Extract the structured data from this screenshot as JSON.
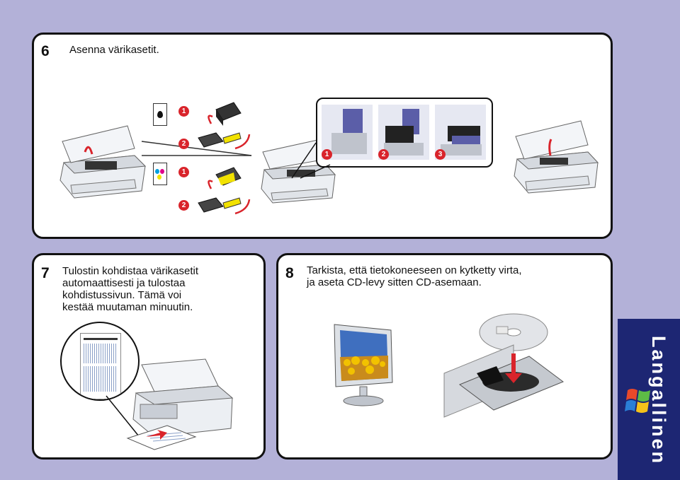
{
  "step6": {
    "number": "6",
    "text": "Asenna värikasetit.",
    "badges": {
      "black_1": "1",
      "black_2": "2",
      "color_1": "1",
      "color_2": "2",
      "callout_1": "1",
      "callout_2": "2",
      "callout_3": "3"
    }
  },
  "step7": {
    "number": "7",
    "text": "Tulostin kohdistaa värikasetit\nautomaattisesti ja tulostaa\nkohdistussivun. Tämä voi\nkestää muutaman minuutin."
  },
  "step8": {
    "number": "8",
    "text": "Tarkista, että tietokoneeseen on kytketty virta,\nja aseta CD-levy sitten CD-asemaan."
  },
  "side_tab": {
    "label": "Langallinen",
    "logo_icon": "windows-logo-icon"
  },
  "colors": {
    "background": "#b3b1d8",
    "tab": "#1d2673",
    "accent_red": "#d9242b"
  }
}
